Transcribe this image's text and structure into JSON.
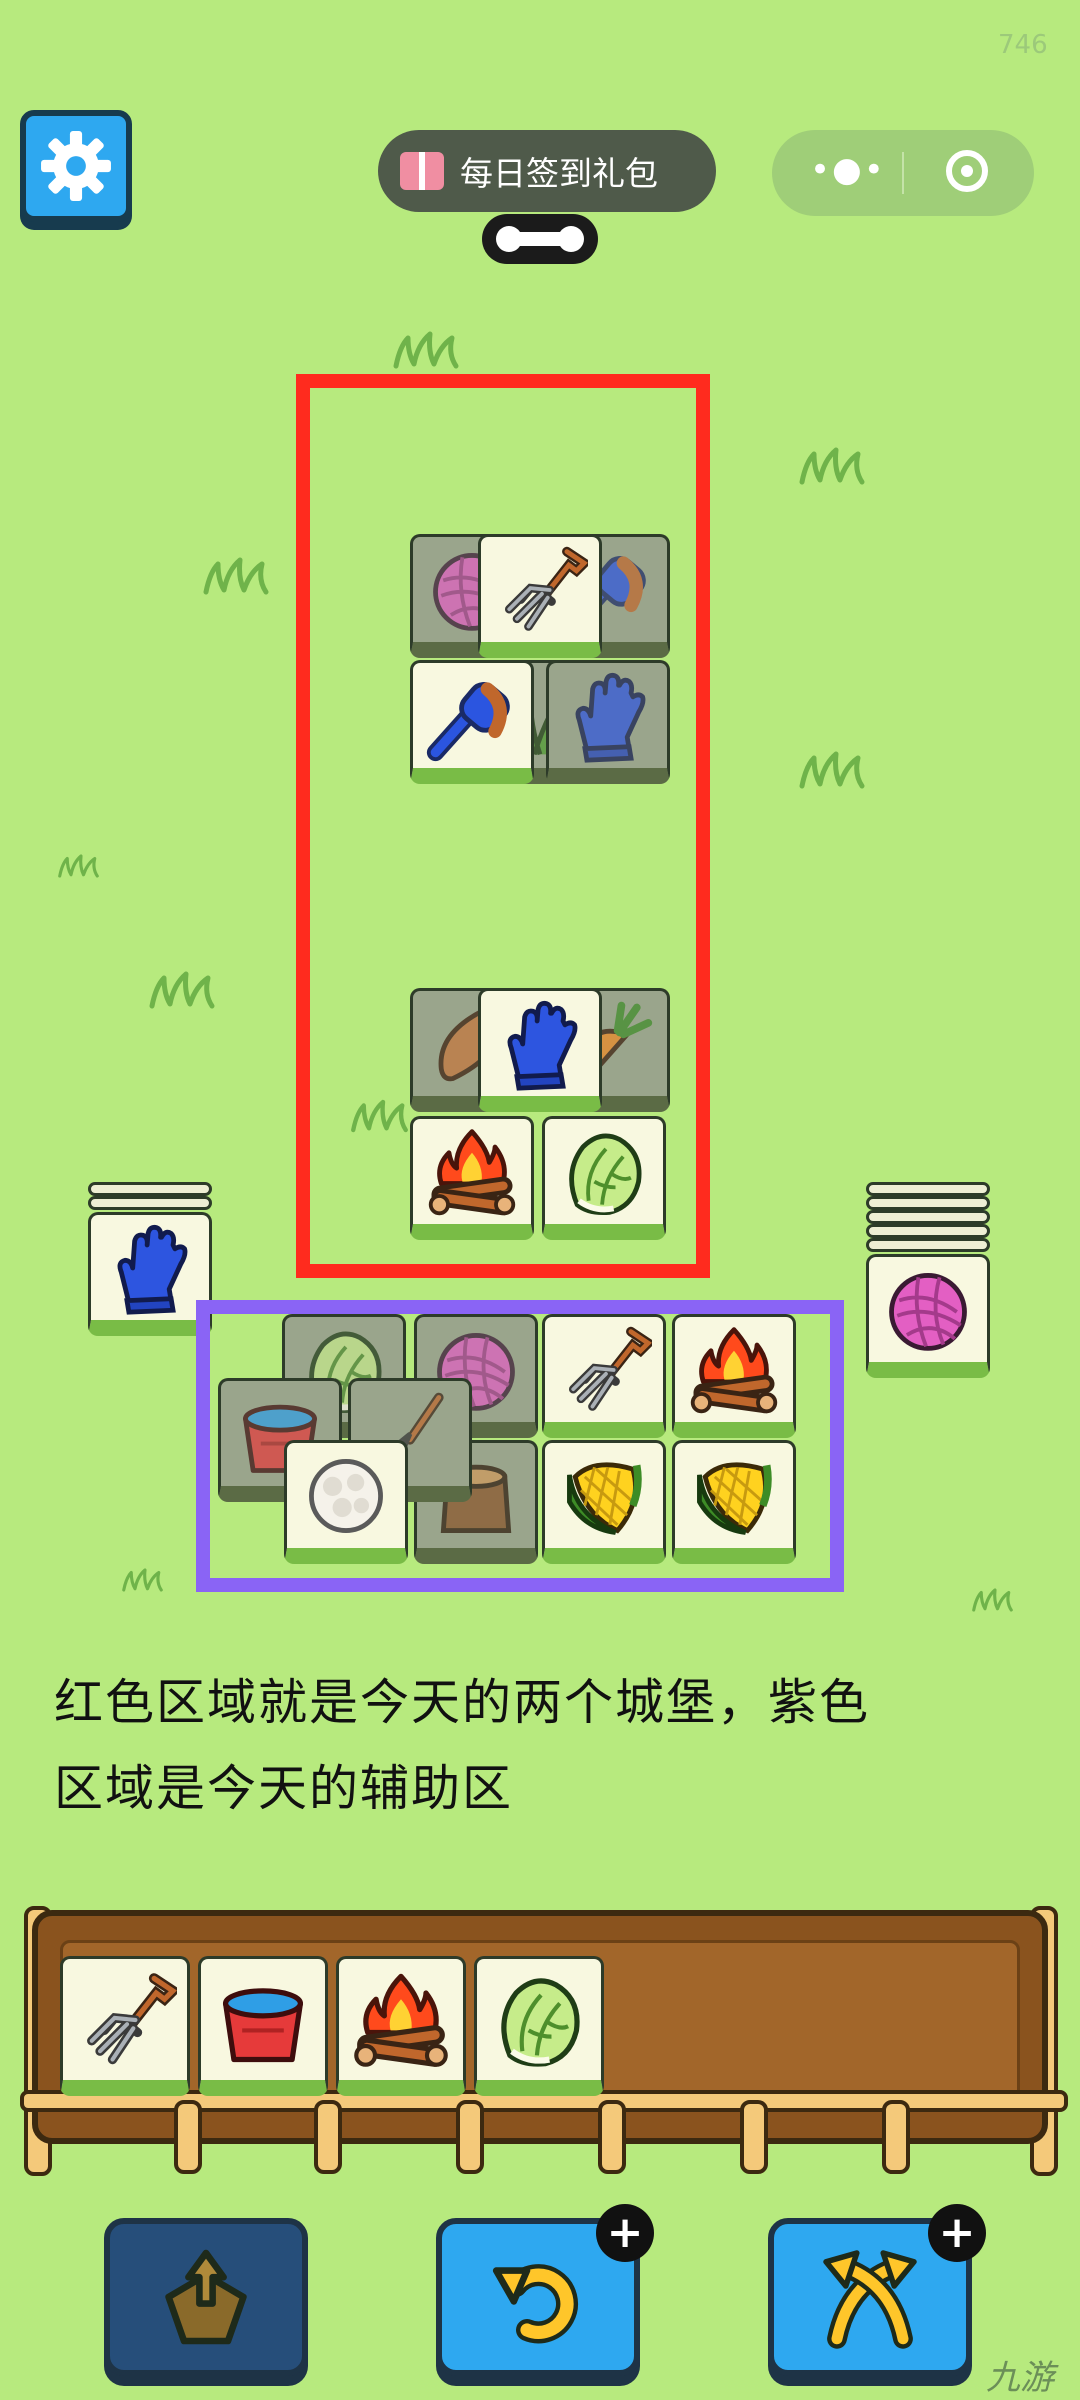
{
  "status": {
    "fps": "746"
  },
  "header": {
    "settings_icon": "gear-icon",
    "checkin_label": "每日签到礼包",
    "menu_icon": "more-dots-icon",
    "close_icon": "target-circle-icon"
  },
  "board": {
    "red_tiles": [
      "yarn-ball",
      "pitchfork",
      "boot-brush",
      "brush",
      "grass",
      "glove",
      "sweet-potato",
      "glove",
      "carrot",
      "campfire",
      "cabbage"
    ],
    "left_stack": "glove",
    "right_stack": "yarn-ball",
    "purple_tiles": [
      "cabbage",
      "yarn-ball",
      "pitchfork",
      "campfire",
      "bucket",
      "shovel",
      "stump",
      "corn",
      "corn",
      "cotton"
    ]
  },
  "caption": {
    "line1": "红色区域就是今天的两个城堡，紫色",
    "line2": "区域是今天的辅助区"
  },
  "tray": {
    "slots": [
      "pitchfork",
      "bucket",
      "campfire",
      "cabbage"
    ]
  },
  "buttons": {
    "remove_icon": "move-out-icon",
    "undo_icon": "undo-icon",
    "shuffle_icon": "shuffle-icon",
    "plus_label": "+"
  },
  "watermark": "九游",
  "colors": {
    "red_frame": "#ff2b1e",
    "purple_frame": "#8a64f5",
    "background": "#b7ea7e"
  }
}
